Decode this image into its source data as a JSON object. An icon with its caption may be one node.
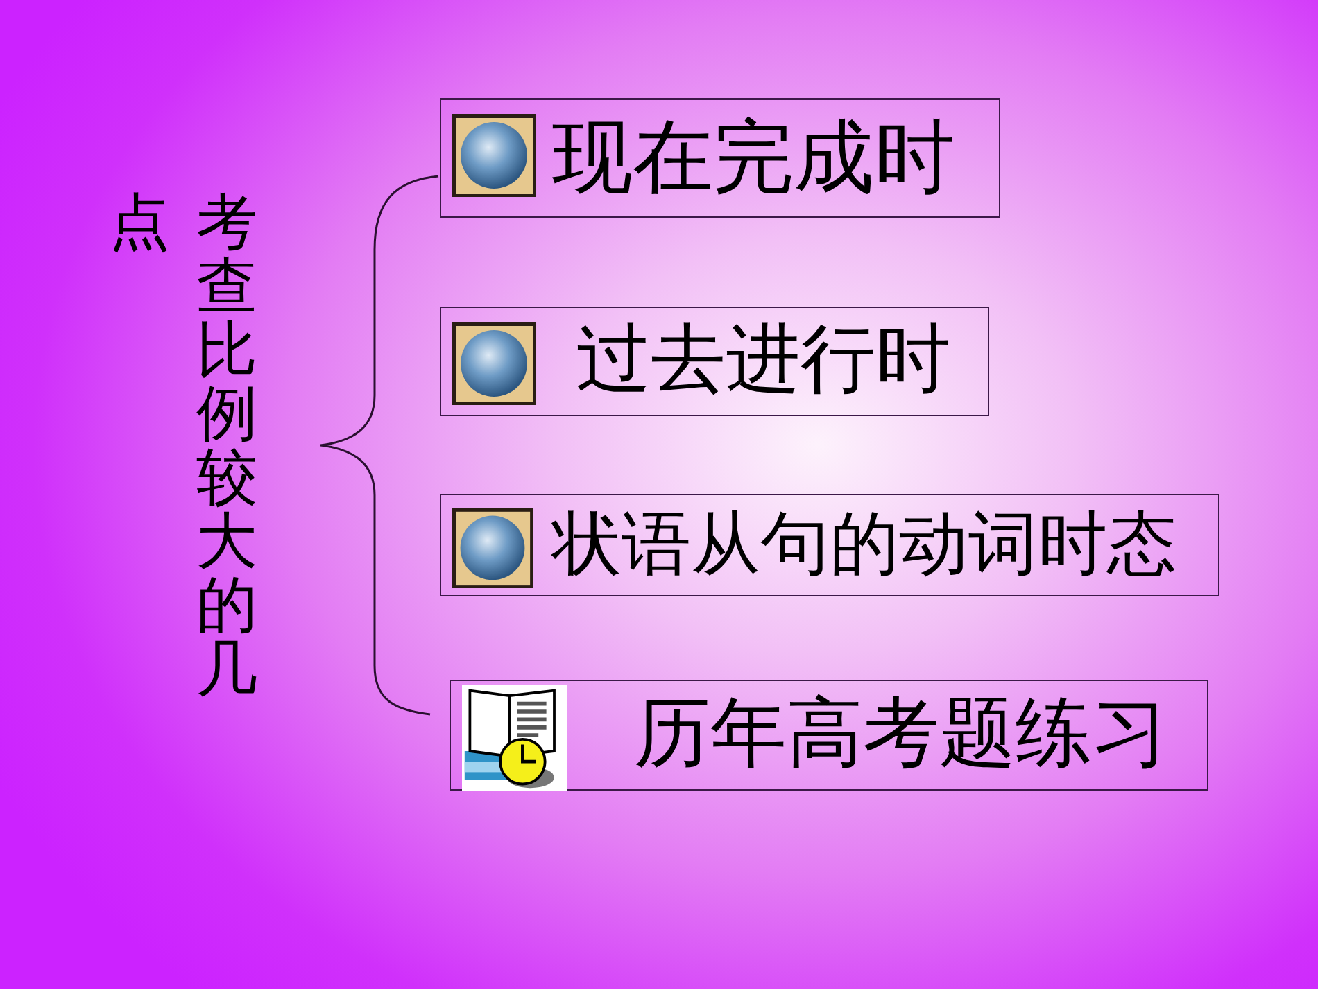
{
  "diagram": {
    "nodes": [
      {
        "text": [
          "现在完成时"
        ]
      },
      {
        "text": [
          "过去进行时"
        ]
      },
      {
        "text": [
          "状语从句的动词时态"
        ]
      },
      {
        "text": [
          "历年高考题练习"
        ]
      }
    ],
    "labels": [
      "考查比例较大的几点"
    ]
  }
}
